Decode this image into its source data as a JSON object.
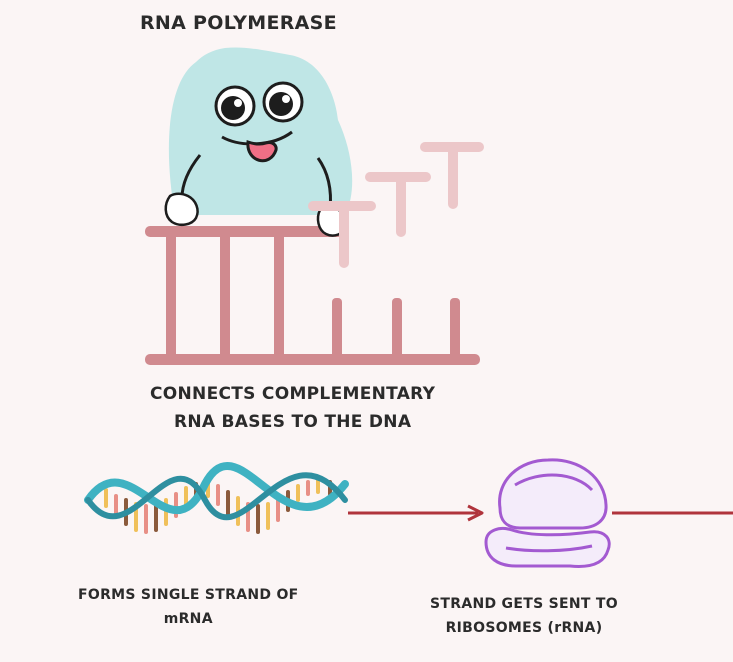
{
  "title": "RNA POLYMERASE",
  "caption_connects_line1": "CONNECTS COMPLEMENTARY",
  "caption_connects_line2": "RNA BASES TO THE DNA",
  "caption_mrna_line1": "FORMS SINGLE STRAND OF",
  "caption_mrna_line2": "mRNA",
  "caption_ribosome_line1": "STRAND GETS SENT TO",
  "caption_ribosome_line2": "RIBOSOMES  (rRNA)",
  "colors": {
    "background": "#fbf5f5",
    "polymerase": "#bfe6e6",
    "dna_ladder": "#d08a8f",
    "rna_bases": "#ecc7c9",
    "helix": "#3fb2c2",
    "arrow": "#b0343c",
    "ribosome": "#a35ad1"
  },
  "icons": [
    "rna-polymerase-mascot-icon",
    "dna-ladder-icon",
    "rna-base-icon",
    "dna-helix-icon",
    "arrow-icon",
    "ribosome-icon"
  ]
}
